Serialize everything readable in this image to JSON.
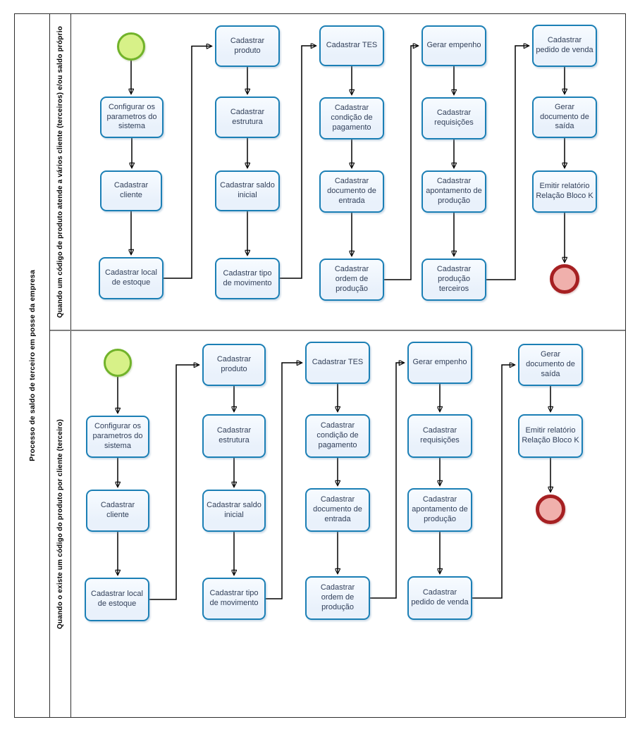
{
  "pool": {
    "title": "Processo de saldo de terceiro em posse da empresa"
  },
  "lanes": [
    {
      "label": "Quando um código de produto atende a vários cliente (terceiros) e/ou saldo próprio",
      "tasks": [
        "Configurar os parametros do sistema",
        "Cadastrar cliente",
        "Cadastrar local de estoque",
        "Cadastrar produto",
        "Cadastrar estrutura",
        "Cadastrar saldo inicial",
        "Cadastrar tipo de movimento",
        "Cadastrar TES",
        "Cadastrar condição de pagamento",
        "Cadastrar documento de entrada",
        "Cadastrar ordem de produção",
        "Gerar empenho",
        "Cadastrar requisições",
        "Cadastrar apontamento de produção",
        "Cadastrar produção terceiros",
        "Cadastrar pedido de venda",
        "Gerar documento de saída",
        "Emitir relatório Relação Bloco K"
      ],
      "events": [
        "start-event",
        "end-event"
      ]
    },
    {
      "label": "Quando o existe um código do produto por cliente (terceiro)",
      "tasks": [
        "Configurar os parametros do sistema",
        "Cadastrar cliente",
        "Cadastrar local de estoque",
        "Cadastrar produto",
        "Cadastrar estrutura",
        "Cadastrar saldo inicial",
        "Cadastrar tipo de movimento",
        "Cadastrar TES",
        "Cadastrar condição de pagamento",
        "Cadastrar documento de entrada",
        "Cadastrar ordem de produção",
        "Gerar empenho",
        "Cadastrar requisições",
        "Cadastrar apontamento de produção",
        "Cadastrar pedido de venda",
        "Gerar documento de saída",
        "Emitir relatório Relação Bloco K"
      ],
      "events": [
        "start-event",
        "end-event"
      ]
    }
  ],
  "colors": {
    "task_fill": "#e9f1fb",
    "task_fill_top": "#f7fbff",
    "task_border": "#1b7fb5",
    "task_text": "#32405a",
    "start_fill": "#d7f188",
    "start_border": "#71b32a",
    "end_fill": "#f0b0ac",
    "end_border": "#a62022",
    "connector": "#000000",
    "pool_border": "#2e2e2e",
    "divider": "#7f7f7f"
  }
}
